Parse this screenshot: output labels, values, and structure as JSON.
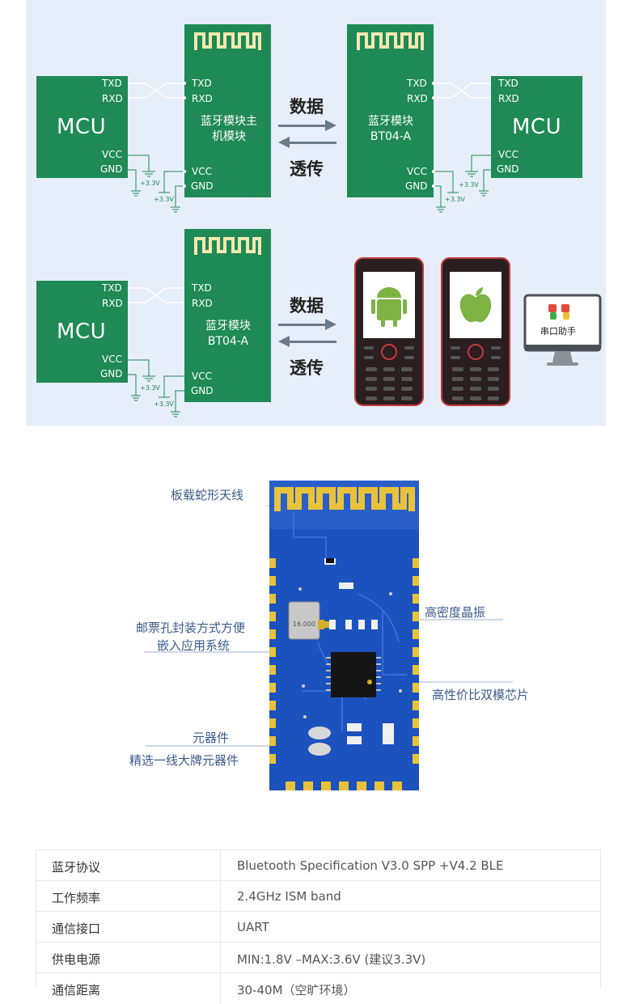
{
  "diagram_top": {
    "left_mcu": {
      "label": "MCU",
      "txd": "TXD",
      "rxd": "RXD",
      "vcc": "VCC",
      "gnd": "GND"
    },
    "master_module": {
      "label": "蓝牙模块主\n机模块",
      "txd": "TXD",
      "rxd": "RXD",
      "vcc": "VCC",
      "gnd": "GND"
    },
    "arrow_top_label": "数据",
    "arrow_bottom_label": "透传",
    "slave_module": {
      "label": "蓝牙模块\nBT04-A",
      "txd": "TXD",
      "rxd": "RXD",
      "vcc": "VCC",
      "gnd": "GND"
    },
    "right_mcu": {
      "label": "MCU",
      "txd": "TXD",
      "rxd": "RXD",
      "vcc": "VCC",
      "gnd": "GND"
    },
    "voltage_label": "+3.3V"
  },
  "diagram_bottom": {
    "left_mcu": {
      "label": "MCU",
      "txd": "TXD",
      "rxd": "RXD",
      "vcc": "VCC",
      "gnd": "GND"
    },
    "module": {
      "label": "蓝牙模块\nBT04-A",
      "txd": "TXD",
      "rxd": "RXD",
      "vcc": "VCC",
      "gnd": "GND"
    },
    "arrow_top_label": "数据",
    "arrow_bottom_label": "透传",
    "monitor_label": "串口助手",
    "voltage_label": "+3.3V"
  },
  "board": {
    "crystal_text": "16.000",
    "callouts": {
      "antenna": "板载蛇形天线",
      "stamp_hole_line1": "邮票孔封装方式方便",
      "stamp_hole_line2": "嵌入应用系统",
      "components_line1": "元器件",
      "components_line2": "精选一线大牌元器件",
      "crystal": "高密度晶振",
      "chip": "高性价比双模芯片"
    }
  },
  "specs": [
    {
      "key": "蓝牙协议",
      "value": "Bluetooth Specification V3.0 SPP +V4.2 BLE"
    },
    {
      "key": "工作频率",
      "value": "2.4GHz ISM band"
    },
    {
      "key": "通信接口",
      "value": "UART"
    },
    {
      "key": "供电电源",
      "value": "MIN:1.8V –MAX:3.6V (建议3.3V)"
    },
    {
      "key": "通信距离",
      "value": "30-40M（空旷环境）"
    }
  ],
  "colors": {
    "panel": "#e6eef9",
    "green": "#1f8a55",
    "board_blue": "#1a4fb5",
    "gold": "#e8c23a",
    "callout": "#3b5a8a"
  }
}
